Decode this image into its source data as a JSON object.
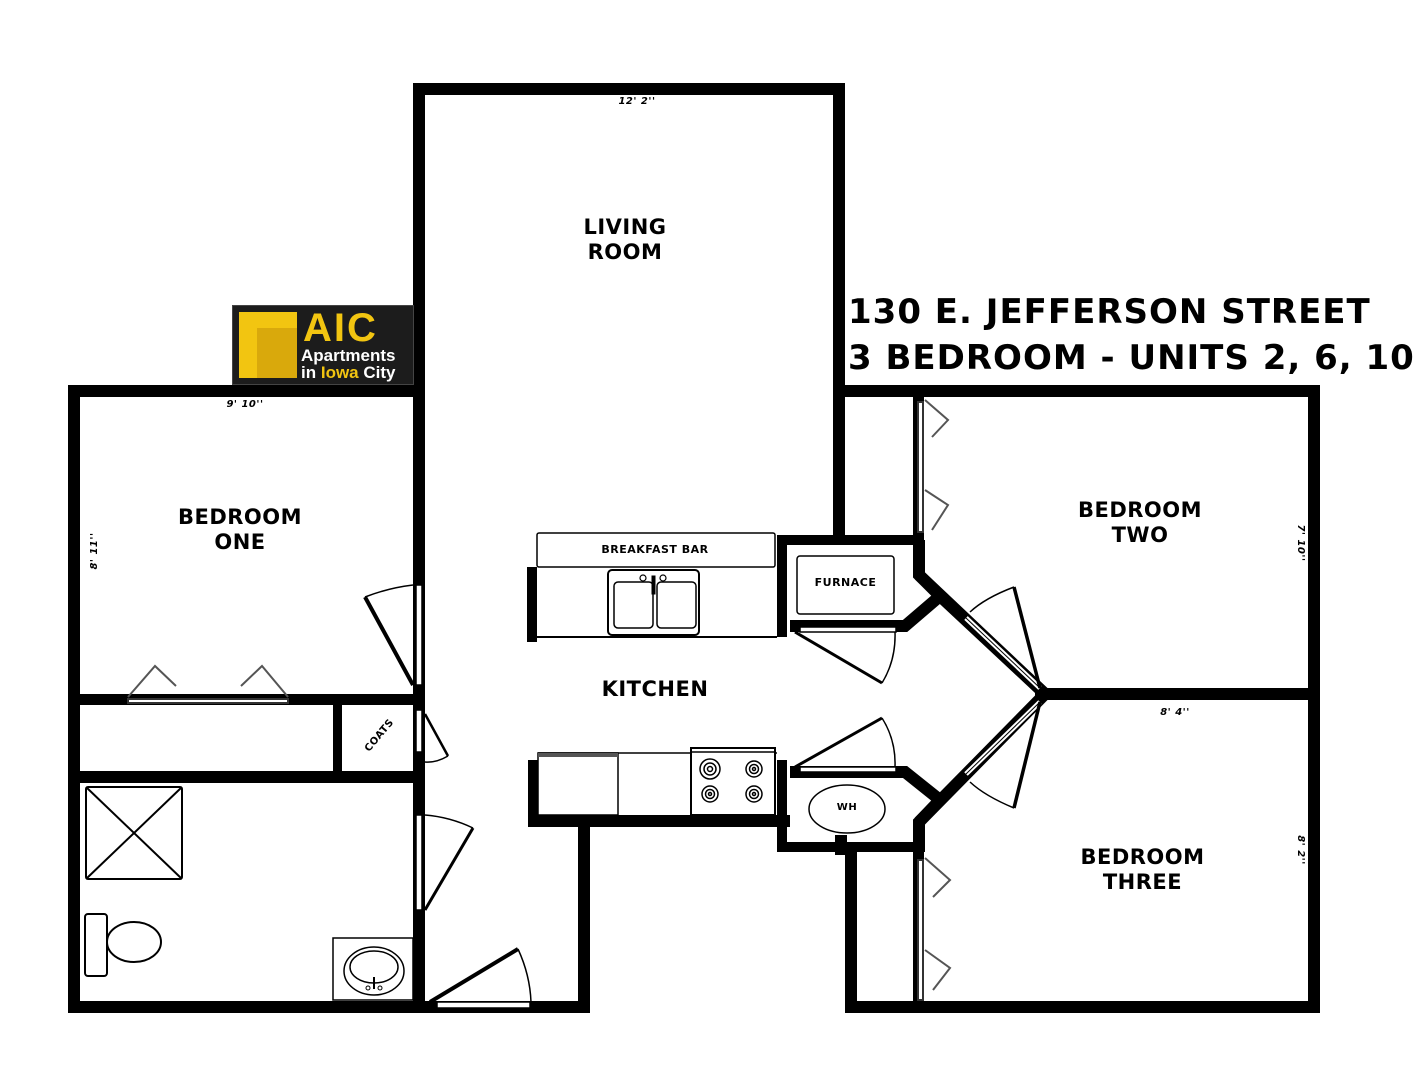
{
  "header": {
    "address": "130 E. JEFFERSON STREET",
    "unit_info": "3 BEDROOM - UNITS 2, 6, 10"
  },
  "logo": {
    "acronym": "AIC",
    "line1": "Apartments",
    "line2_prefix": "in ",
    "line2_highlight": "Iowa",
    "line2_suffix": " City",
    "brand_yellow": "#f2c511",
    "brand_dark": "#1c1c1c"
  },
  "rooms": {
    "living_room": {
      "line1": "LIVING",
      "line2": "ROOM",
      "width_dim": "12' 2''"
    },
    "bedroom_one": {
      "line1": "BEDROOM",
      "line2": "ONE",
      "width_dim": "9' 10''",
      "height_dim": "8' 11''"
    },
    "bedroom_two": {
      "line1": "BEDROOM",
      "line2": "TWO",
      "height_dim": "7' 10''"
    },
    "bedroom_three": {
      "line1": "BEDROOM",
      "line2": "THREE",
      "width_dim": "8' 4''",
      "height_dim": "8' 2''"
    },
    "kitchen": {
      "label": "KITCHEN"
    }
  },
  "fixtures": {
    "breakfast_bar": "BREAKFAST BAR",
    "furnace": "FURNACE",
    "water_heater": "WH",
    "coats_closet": "COATS"
  }
}
